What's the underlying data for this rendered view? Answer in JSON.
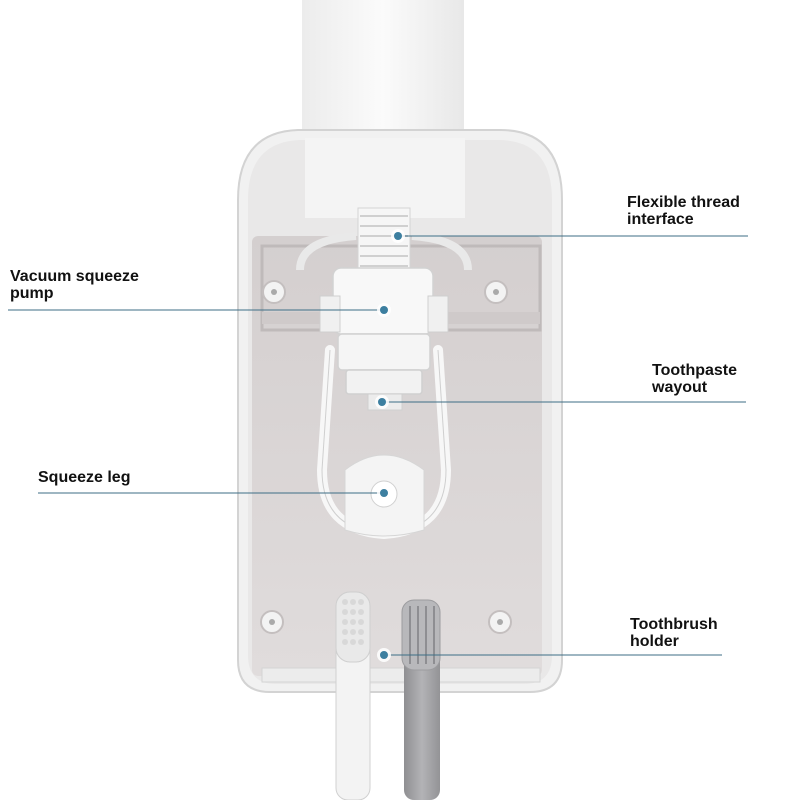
{
  "callouts": {
    "flexible_thread": {
      "line1": "Flexible thread",
      "line2": "interface"
    },
    "vacuum_pump": {
      "line1": "Vacuum squeeze",
      "line2": "pump"
    },
    "toothpaste_wayout": {
      "line1": "Toothpaste",
      "line2": "wayout"
    },
    "squeeze_leg": {
      "line1": "Squeeze leg"
    },
    "toothbrush_holder": {
      "line1": "Toothbrush",
      "line2": "holder"
    }
  },
  "colors": {
    "leader_line": "#3d6e86",
    "marker": "#3d7fa0",
    "body_light": "#f2f2f2",
    "cavity": "#dcd7d7",
    "brush_gray": "#a3a3a6"
  }
}
